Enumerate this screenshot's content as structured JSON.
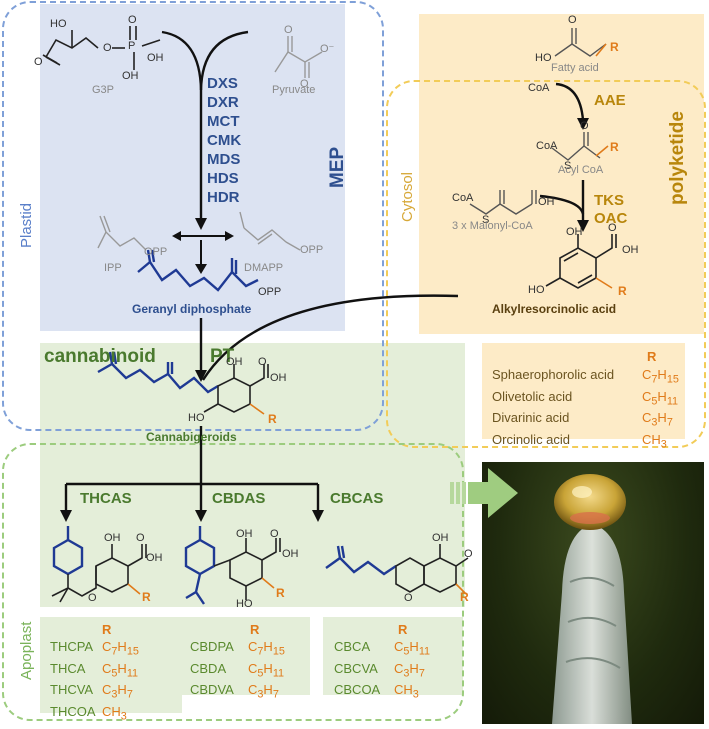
{
  "compartments": {
    "plastid": "Plastid",
    "cytosol": "Cytosol",
    "apoplast": "Apoplast"
  },
  "pathways": {
    "mep": "MEP",
    "polyketide": "polyketide",
    "cannabinoid": "cannabinoid"
  },
  "mep_enzymes": [
    "DXS",
    "DXR",
    "MCT",
    "CMK",
    "MDS",
    "HDS",
    "HDR"
  ],
  "molecules": {
    "g3p": "G3P",
    "pyruvate": "Pyruvate",
    "ipp": "IPP",
    "dmapp": "DMAPP",
    "gpp": "Geranyl diphosphate",
    "fatty_acid": "Fatty acid",
    "coa": "CoA",
    "acyl_coa": "Acyl CoA",
    "malonyl_coa": "3 x Malonyl-CoA",
    "alkylresorcinolic": "Alkylresorcinolic acid",
    "cannabigeroids": "Cannabigeroids",
    "opp": "OPP",
    "coa_s": "CoA",
    "r": "R"
  },
  "enzymes": {
    "aae": "AAE",
    "tks": "TKS",
    "oac": "OAC",
    "pt": "PT",
    "thcas": "THCAS",
    "cbdas": "CBDAS",
    "cbcas": "CBCAS"
  },
  "alkyl_table": {
    "header": "R",
    "rows": [
      {
        "name": "Sphaerophorolic acid",
        "r": "C",
        "sub": "7",
        "h": "H",
        "hsub": "15"
      },
      {
        "name": "Olivetolic acid",
        "r": "C",
        "sub": "5",
        "h": "H",
        "hsub": "11"
      },
      {
        "name": "Divarinic acid",
        "r": "C",
        "sub": "3",
        "h": "H",
        "hsub": "7"
      },
      {
        "name": "Orcinolic acid",
        "r": "CH",
        "sub": "3",
        "h": "",
        "hsub": ""
      }
    ]
  },
  "thc_table": {
    "header": "R",
    "rows": [
      {
        "name": "THCPA",
        "r": "C",
        "sub": "7",
        "h": "H",
        "hsub": "15"
      },
      {
        "name": "THCA",
        "r": "C",
        "sub": "5",
        "h": "H",
        "hsub": "11"
      },
      {
        "name": "THCVA",
        "r": "C",
        "sub": "3",
        "h": "H",
        "hsub": "7"
      },
      {
        "name": "THCOA",
        "r": "CH",
        "sub": "3",
        "h": "",
        "hsub": ""
      }
    ]
  },
  "cbd_table": {
    "header": "R",
    "rows": [
      {
        "name": "CBDPA",
        "r": "C",
        "sub": "7",
        "h": "H",
        "hsub": "15"
      },
      {
        "name": "CBDA",
        "r": "C",
        "sub": "5",
        "h": "H",
        "hsub": "11"
      },
      {
        "name": "CBDVA",
        "r": "C",
        "sub": "3",
        "h": "H",
        "hsub": "7"
      }
    ]
  },
  "cbc_table": {
    "header": "R",
    "rows": [
      {
        "name": "CBCA",
        "r": "C",
        "sub": "5",
        "h": "H",
        "hsub": "11"
      },
      {
        "name": "CBCVA",
        "r": "C",
        "sub": "3",
        "h": "H",
        "hsub": "7"
      },
      {
        "name": "CBCOA",
        "r": "CH",
        "sub": "3",
        "h": "",
        "hsub": ""
      }
    ]
  },
  "atoms": {
    "ho": "HO",
    "oh": "OH",
    "o": "O",
    "p": "P",
    "h": "H",
    "o_minus": "O⁻",
    "s": "S"
  },
  "colors": {
    "mep_blue": "#2e4f8f",
    "polyketide_gold": "#b8860b",
    "cannabinoid_green": "#4a7a2e",
    "r_orange": "#e07b1a"
  }
}
